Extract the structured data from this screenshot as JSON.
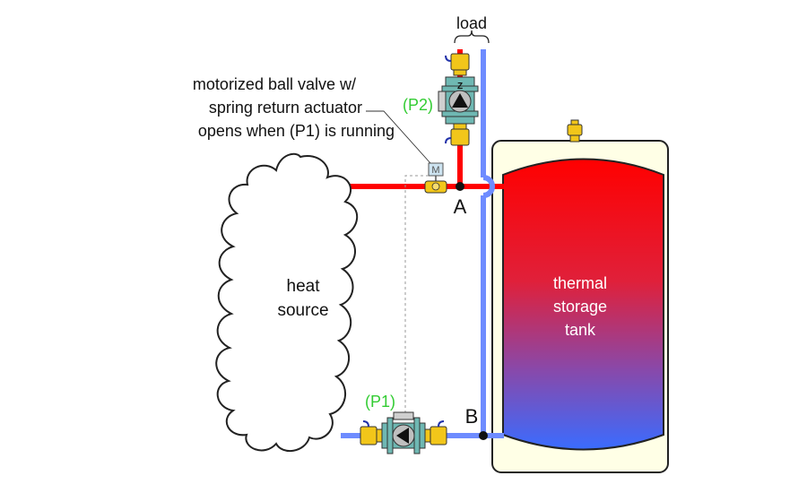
{
  "labels": {
    "load": "load",
    "valve_note_line1": "motorized ball valve w/",
    "valve_note_line2": "spring return actuator",
    "valve_note_line3": "opens when (P1) is running",
    "pump2": "(P2)",
    "pump1": "(P1)",
    "node_a": "A",
    "node_b": "B",
    "heat_source_line1": "heat",
    "heat_source_line2": "source",
    "tank_line1": "thermal",
    "tank_line2": "storage",
    "tank_line3": "tank",
    "actuator_letter": "M",
    "pump_letter": "Z"
  },
  "colors": {
    "hot_pipe": "#ff0000",
    "cold_pipe": "#6e8cff",
    "pump_label": "#33cc33",
    "tank_jacket": "#ffffe6",
    "tank_hot": "#ff0000",
    "tank_cold": "#3a6cff",
    "fitting_brass": "#f2c61a",
    "pump_body": "#6fb8b3"
  },
  "icons": {
    "pump_1": "circulator-pump-icon",
    "pump_2": "circulator-pump-icon",
    "valve": "motorized-ball-valve-icon",
    "air_vent": "air-vent-icon"
  }
}
